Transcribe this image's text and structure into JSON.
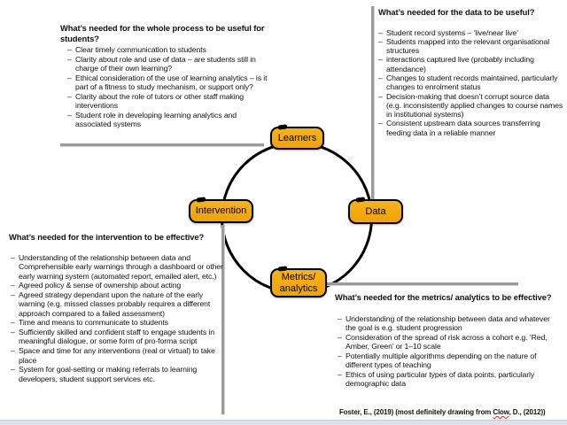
{
  "ui": {
    "bullet_glyph": "–"
  },
  "colors": {
    "node_fill": "#f2a70e",
    "node_border": "#000000",
    "connector_gray": "#9b9b9b",
    "footer_bar": "#dce2e8",
    "squiggle_red": "#dd2222",
    "text": "#111111"
  },
  "notes": {
    "process": {
      "heading": "What’s needed for the whole process to be useful for students?",
      "items": [
        "Clear timely communication to students",
        "Clarity about role and use of data – are students still in charge of their own learning?",
        "Ethical consideration of the use of learning analytics – is it part of a fitness to study mechanism, or support only?",
        "Clarity about the role of tutors or other staff making interventions",
        "Student role in developing learning analytics and associated systems"
      ]
    },
    "data": {
      "heading": "What’s needed for the data to be useful?",
      "items": [
        "Student record systems – ‘live/near live’",
        "Students mapped into the relevant organisational structures",
        "interactions captured live (probably including attendance)",
        "Changes to student records maintained, particularly changes to enrolment status",
        "Decision-making that doesn’t corrupt source data (e.g. inconsistently applied changes to course names in institutional systems)",
        "Consistent upstream data sources transferring feeding data in a reliable manner"
      ]
    },
    "intervention": {
      "heading": "What’s needed for the intervention to be effective?",
      "items": [
        "Understanding of the relationship between data and Comprehensible early warnings through a dashboard or other early warning system (automated report, emailed alert, etc.)",
        "Agreed policy & sense of ownership about acting",
        "Agreed strategy dependant upon the nature of the early warning (e.g. missed classes probably requires a different approach compared to a failed assessment)",
        "Time and means to communicate to students",
        "Sufficiently skilled and confident staff to engage students in meaningful dialogue, or some form of pro-forma script",
        "Space and time for any interventions (real or virtual) to take place",
        "System for goal-setting or making referrals to learning developers, student support services etc."
      ]
    },
    "metrics": {
      "heading": "What’s needed for the metrics/ analytics to be effective?",
      "items": [
        "Understanding of the relationship between data and whatever the goal is e.g. student progression",
        "Consideration of the spread of risk across a cohort e.g. ‘Red, Amber, Green’ or 1–10 scale",
        "Potentially multiple algorithms depending on the nature of different types of teaching",
        "Ethics of using particular types of data points, particularly demographic data"
      ]
    }
  },
  "cycle": {
    "nodes": [
      {
        "id": "learners",
        "label": "Learners"
      },
      {
        "id": "data",
        "label": "Data"
      },
      {
        "id": "metrics",
        "label": "Metrics/\nanalytics"
      },
      {
        "id": "intervention",
        "label": "Intervention"
      }
    ]
  },
  "citation": {
    "prefix": "Foster, E., (2019) (most definitely drawing from ",
    "misspelled_word": "Clow",
    "suffix": ", D., (2012))"
  }
}
